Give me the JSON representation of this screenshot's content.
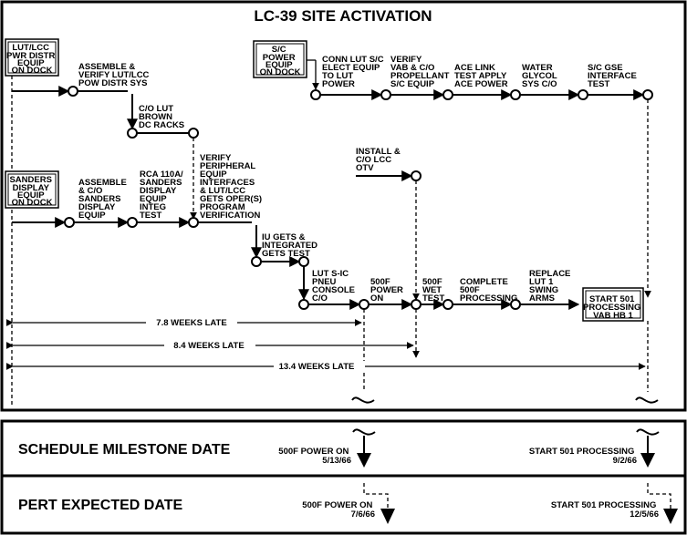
{
  "title": "LC-39 SITE ACTIVATION",
  "boxes": {
    "lut_lcc": [
      "LUT/LCC",
      "PWR DISTR",
      "EQUIP",
      "ON DOCK"
    ],
    "sc_power": [
      "S/C",
      "POWER",
      "EQUIP",
      "ON DOCK"
    ],
    "sanders": [
      "SANDERS",
      "DISPLAY",
      "EQUIP",
      "ON DOCK"
    ],
    "start501": [
      "START 501",
      "PROCESSING",
      "VAB HB 1"
    ]
  },
  "activities": {
    "assemble_verify": [
      "ASSEMBLE &",
      "VERIFY LUT/LCC",
      "POW DISTR SYS"
    ],
    "co_lut_brown": [
      "C/O LUT",
      "BROWN",
      "DC RACKS"
    ],
    "conn_lut": [
      "CONN LUT S/C",
      "ELECT EQUIP",
      "TO LUT",
      "POWER"
    ],
    "verify_vab": [
      "VERIFY",
      "VAB & C/O",
      "PROPELLANT",
      "S/C EQUIP"
    ],
    "ace_link": [
      "ACE LINK",
      "TEST APPLY",
      "ACE POWER"
    ],
    "water_glycol": [
      "WATER",
      "GLYCOL",
      "SYS C/O"
    ],
    "sc_gse": [
      "S/C GSE",
      "INTERFACE",
      "TEST"
    ],
    "install_co": [
      "INSTALL &",
      "C/O LCC",
      "OTV"
    ],
    "assemble_sanders": [
      "ASSEMBLE",
      "& C/O",
      "SANDERS",
      "DISPLAY",
      "EQUIP"
    ],
    "rca": [
      "RCA 110A/",
      "SANDERS",
      "DISPLAY",
      "EQUIP",
      "INTEG",
      "TEST"
    ],
    "verify_peripheral": [
      "VERIFY",
      "PERIPHERAL",
      "EQUIP",
      "INTERFACES",
      "& LUT/LCC",
      "GETS OPER(S)",
      "PROGRAM",
      "VERIFICATION"
    ],
    "iu_gets": [
      "IU GETS &",
      "INTEGRATED",
      "GETS TEST"
    ],
    "lut_sic": [
      "LUT S-IC",
      "PNEU",
      "CONSOLE",
      "C/O"
    ],
    "power_on": [
      "500F",
      "POWER",
      "ON"
    ],
    "wet_test": [
      "500F",
      "WET",
      "TEST"
    ],
    "complete": [
      "COMPLETE",
      "500F",
      "PROCESSING"
    ],
    "replace": [
      "REPLACE",
      "LUT 1",
      "SWING",
      "ARMS"
    ]
  },
  "lateness": [
    "7.8 WEEKS LATE",
    "8.4 WEEKS LATE",
    "13.4 WEEKS LATE"
  ],
  "schedule": {
    "label": "SCHEDULE MILESTONE DATE",
    "m1_name": "500F POWER ON",
    "m1_date": "5/13/66",
    "m2_name": "START 501 PROCESSING",
    "m2_date": "9/2/66"
  },
  "pert": {
    "label": "PERT EXPECTED DATE",
    "m1_name": "500F POWER ON",
    "m1_date": "7/6/66",
    "m2_name": "START 501 PROCESSING",
    "m2_date": "12/5/66"
  }
}
